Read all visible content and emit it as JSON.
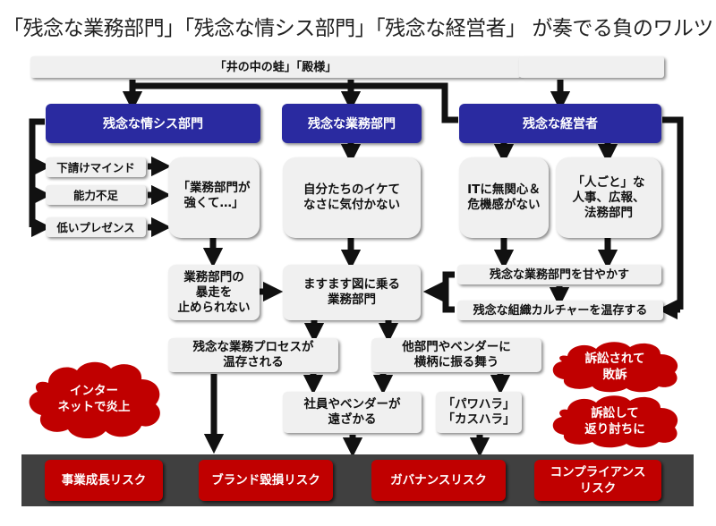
{
  "title": "「残念な業務部門」「残念な情シス部門」「残念な経営者」 が奏でる負のワルツ",
  "colors": {
    "header_blue": "#2a2aa0",
    "risk_red": "#c00000",
    "box_gray": "#f0f0f0",
    "band_dark": "#404040",
    "arrow": "#111111"
  },
  "top_banner": "「井の中の蛙」「殿様」",
  "actors": {
    "it_dept": "残念な情シス部門",
    "business_dept": "残念な業務部門",
    "management": "残念な経営者"
  },
  "it_traits": [
    "下請けマインド",
    "能力不足",
    "低いプレゼンス"
  ],
  "nodes": {
    "business_strong": "「業務部門が\n強くて…」",
    "unaware": "自分たちのイケて\nなさに気付かない",
    "it_indifferent": "ITに無関心＆\n危機感がない",
    "indifferent_depts": "「人ごと」な\n人事、広報、\n法務部門",
    "cant_stop": "業務部門の\n暴走を\n止められない",
    "arrogant": "ますます図に乗る\n業務部門",
    "pamper": "残念な業務部門を甘やかす",
    "culture": "残念な組織カルチャーを温存する",
    "bad_process": "残念な業務プロセスが\n温存される",
    "overbearing": "他部門やベンダーに\n横柄に振る舞う",
    "people_leave": "社員やベンダーが\n遠ざかる",
    "harassment": "「パワハラ」\n「カスハラ」"
  },
  "clouds": {
    "internet_flaming": "インター\nネットで炎上",
    "lawsuit_lost": "訴訟されて\n敗訴",
    "lawsuit_counter": "訴訟して\n返り討ちに"
  },
  "risks": [
    "事業成長リスク",
    "ブランド毀損リスク",
    "ガバナンスリスク",
    "コンプライアンス\nリスク"
  ]
}
